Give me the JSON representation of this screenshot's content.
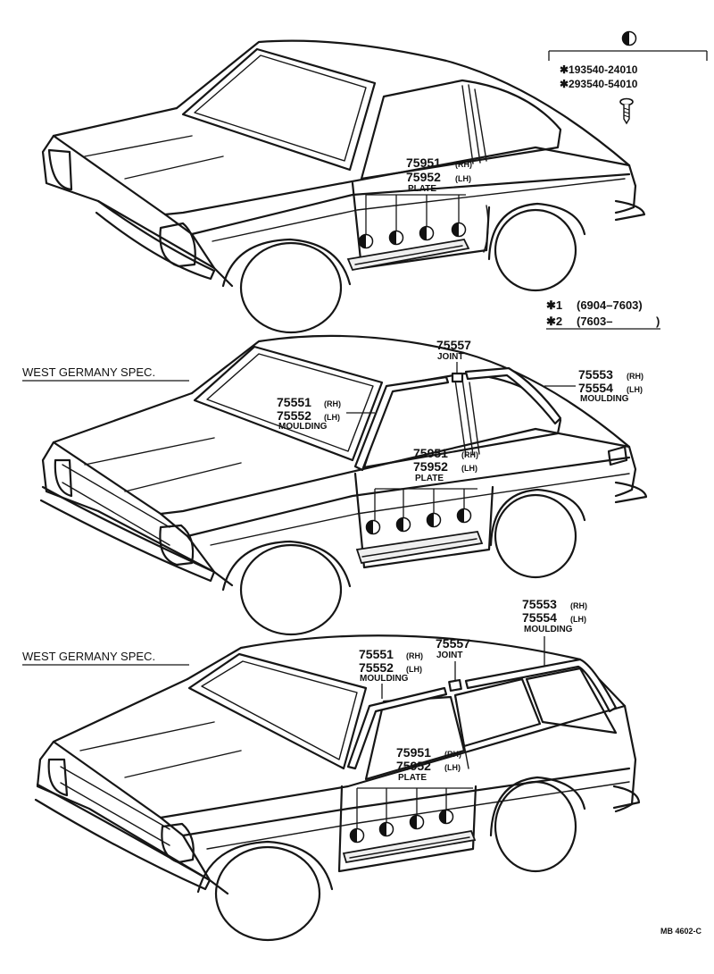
{
  "clip_symbol": "half-filled-circle-clip",
  "screw": {
    "part_1": "✱193540-24010",
    "part_2": "✱293540-54010"
  },
  "date_notes": {
    "note_1_mark": "✱1",
    "note_1_range": "(6904–7603)",
    "note_2_mark": "✱2",
    "note_2_range": "(7603–",
    "note_2_close": ")"
  },
  "top_car": {
    "plate_rh_no": "75951",
    "plate_rh_side": "(RH)",
    "plate_lh_no": "75952",
    "plate_lh_side": "(LH)",
    "plate_name": "PLATE"
  },
  "middle_car": {
    "spec": "WEST GERMANY SPEC.",
    "joint_no": "75557",
    "joint_name": "JOINT",
    "front_rh_no": "75551",
    "front_rh_side": "(RH)",
    "front_lh_no": "75552",
    "front_lh_side": "(LH)",
    "front_name": "MOULDING",
    "rear_rh_no": "75553",
    "rear_rh_side": "(RH)",
    "rear_lh_no": "75554",
    "rear_lh_side": "(LH)",
    "rear_name": "MOULDING",
    "plate_rh_no": "75951",
    "plate_rh_side": "(RH)",
    "plate_lh_no": "75952",
    "plate_lh_side": "(LH)",
    "plate_name": "PLATE"
  },
  "bottom_car": {
    "spec": "WEST GERMANY SPEC.",
    "joint_no": "75557",
    "joint_name": "JOINT",
    "front_rh_no": "75551",
    "front_rh_side": "(RH)",
    "front_lh_no": "75552",
    "front_lh_side": "(LH)",
    "front_name": "MOULDING",
    "rear_rh_no": "75553",
    "rear_rh_side": "(RH)",
    "rear_lh_no": "75554",
    "rear_lh_side": "(LH)",
    "rear_name": "MOULDING",
    "plate_rh_no": "75951",
    "plate_rh_side": "(RH)",
    "plate_lh_no": "75952",
    "plate_lh_side": "(LH)",
    "plate_name": "PLATE"
  },
  "drawing_ref": "MB 4602-C"
}
